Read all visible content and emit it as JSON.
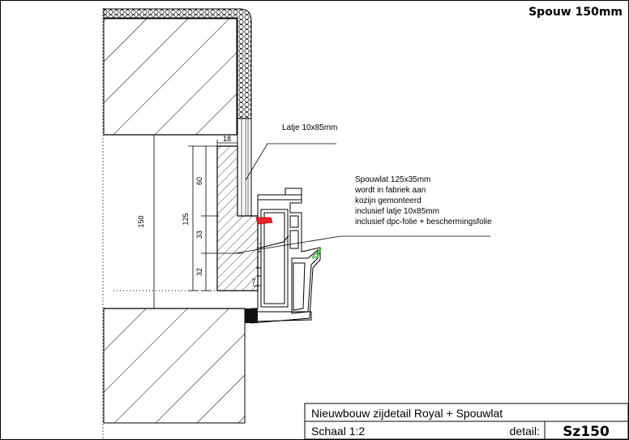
{
  "header": {
    "title": "Spouw 150mm"
  },
  "annotations": {
    "latje": "Latje 10x85mm",
    "spouwlat": [
      "Spouwlat 125x35mm",
      "wordt in fabriek aan",
      "kozijn gemonteerd",
      "inclusief latje 10x85mm",
      "inclusief dpc-folie + beschermingsfolie"
    ]
  },
  "dimensions": {
    "total": "150",
    "profile": "125",
    "top_part": "60",
    "middle_part": "33",
    "bottom_part": "32",
    "lath_width": "18",
    "gap": "7"
  },
  "title_block": {
    "description": "Nieuwbouw zijdetail Royal + Spouwlat",
    "scale": "Schaal 1:2",
    "detail_label": "detail:",
    "detail_code": "Sz150"
  },
  "colors": {
    "line": "#000000",
    "seal": "#e8242b",
    "clip": "#2fbf3a"
  }
}
